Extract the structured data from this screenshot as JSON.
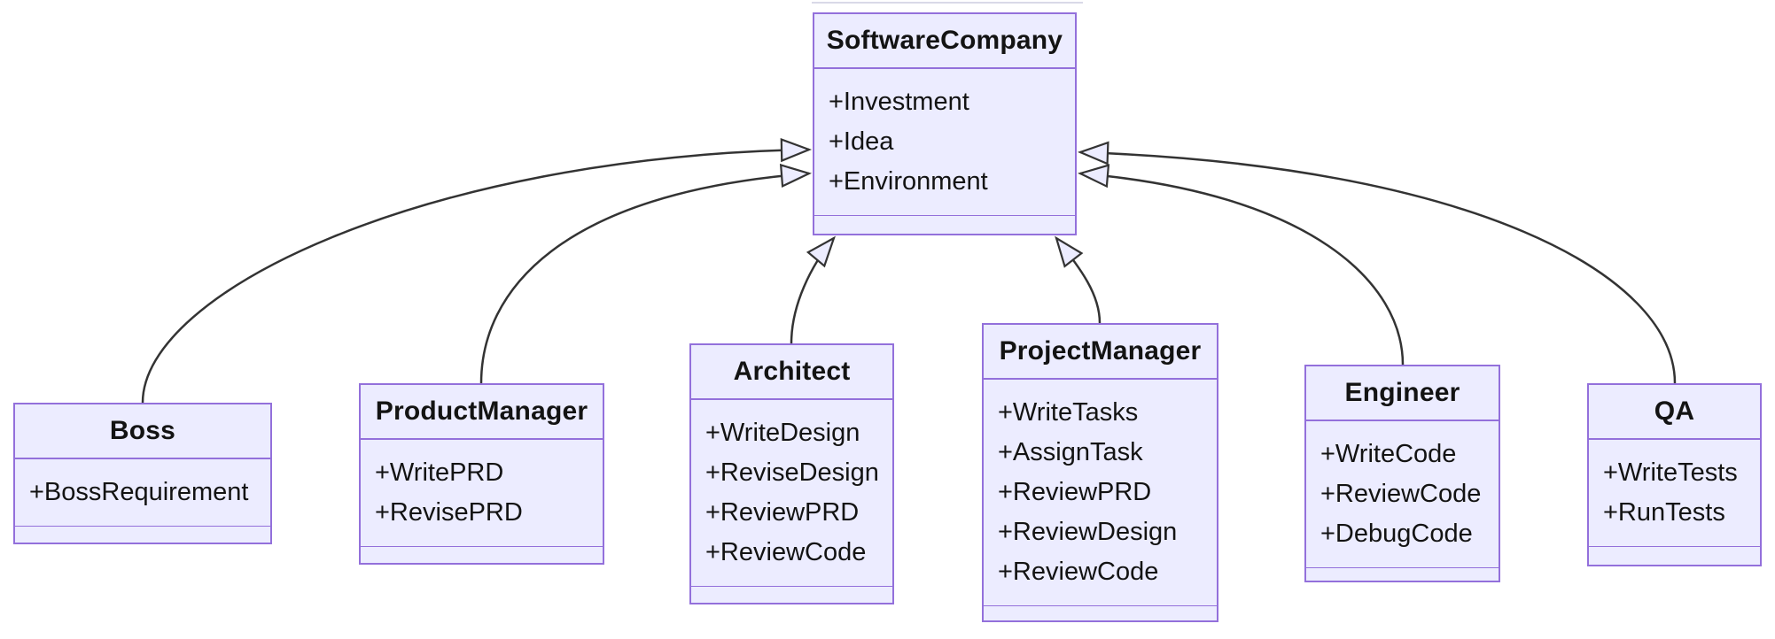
{
  "diagram_type": "uml-class-diagram",
  "classes": {
    "software_company": {
      "name": "SoftwareCompany",
      "attributes": [
        "+Investment",
        "+Idea",
        "+Environment"
      ]
    },
    "boss": {
      "name": "Boss",
      "attributes": [
        "+BossRequirement"
      ]
    },
    "product_manager": {
      "name": "ProductManager",
      "attributes": [
        "+WritePRD",
        "+RevisePRD"
      ]
    },
    "architect": {
      "name": "Architect",
      "attributes": [
        "+WriteDesign",
        "+ReviseDesign",
        "+ReviewPRD",
        "+ReviewCode"
      ]
    },
    "project_manager": {
      "name": "ProjectManager",
      "attributes": [
        "+WriteTasks",
        "+AssignTask",
        "+ReviewPRD",
        "+ReviewDesign",
        "+ReviewCode"
      ]
    },
    "engineer": {
      "name": "Engineer",
      "attributes": [
        "+WriteCode",
        "+ReviewCode",
        "+DebugCode"
      ]
    },
    "qa": {
      "name": "QA",
      "attributes": [
        "+WriteTests",
        "+RunTests"
      ]
    }
  },
  "relations": [
    {
      "from": "Boss",
      "to": "SoftwareCompany",
      "type": "inheritance"
    },
    {
      "from": "ProductManager",
      "to": "SoftwareCompany",
      "type": "inheritance"
    },
    {
      "from": "Architect",
      "to": "SoftwareCompany",
      "type": "inheritance"
    },
    {
      "from": "ProjectManager",
      "to": "SoftwareCompany",
      "type": "inheritance"
    },
    {
      "from": "Engineer",
      "to": "SoftwareCompany",
      "type": "inheritance"
    },
    {
      "from": "QA",
      "to": "SoftwareCompany",
      "type": "inheritance"
    }
  ],
  "colors": {
    "class_fill": "#ECECFF",
    "class_border": "#9370DB",
    "edge_line": "#333333",
    "arrowhead_fill": "#ECECFF",
    "text": "#131313",
    "background": "#FFFFFF"
  }
}
